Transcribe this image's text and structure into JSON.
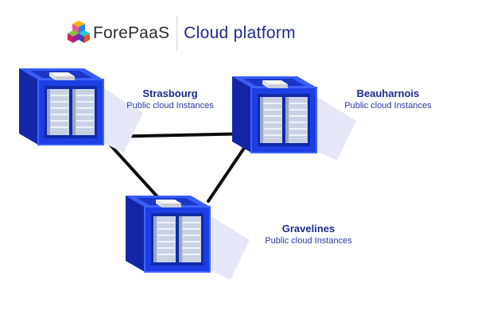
{
  "header": {
    "brand": "ForePaaS",
    "product": "Cloud platform"
  },
  "regions": [
    {
      "name": "Strasbourg",
      "description": "Public cloud Instances"
    },
    {
      "name": "Beauharnois",
      "description": "Public cloud Instances"
    },
    {
      "name": "Gravelines",
      "description": "Public cloud Instances"
    }
  ],
  "colors": {
    "cube_front": "#1b3fe4",
    "cube_side": "#1226a8",
    "cube_top": "#5d7bff",
    "link": "#0c0c0c",
    "shadow": "#e6e8f7",
    "label": "#1e2a8c"
  },
  "icons": {
    "logo": "forepaas-cubes-logo",
    "server": "server-cube-icon"
  }
}
